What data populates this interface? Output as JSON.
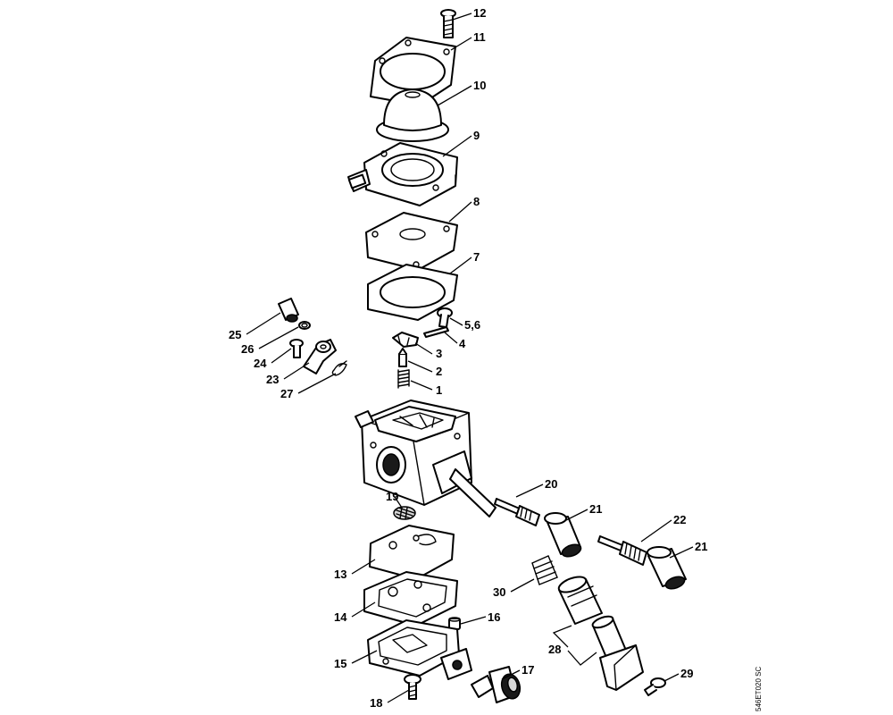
{
  "drawing_code": "546ET020 SC",
  "callouts": {
    "c12": "12",
    "c11": "11",
    "c10": "10",
    "c9": "9",
    "c8": "8",
    "c7": "7",
    "c56": "5,6",
    "c4": "4",
    "c3": "3",
    "c2": "2",
    "c1": "1",
    "c25": "25",
    "c26": "26",
    "c24": "24",
    "c23": "23",
    "c27": "27",
    "c20": "20",
    "c21a": "21",
    "c22": "22",
    "c21b": "21",
    "c19": "19",
    "c13": "13",
    "c14": "14",
    "c16": "16",
    "c15": "15",
    "c17": "17",
    "c18": "18",
    "c30": "30",
    "c28": "28",
    "c29": "29"
  }
}
